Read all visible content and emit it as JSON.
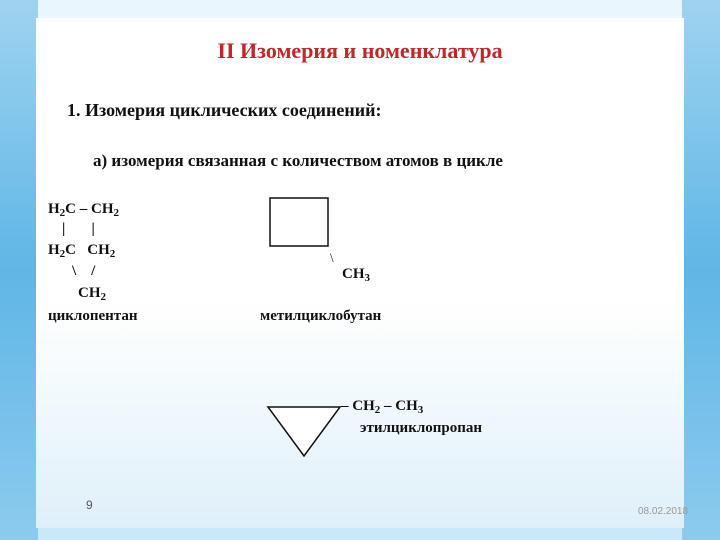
{
  "title": "II Изомерия и номенклатура",
  "heading1": "1. Изомерия циклических соединений:",
  "heading2": "а) изомерия связанная с количеством атомов в цикле",
  "cyclopentane": {
    "row1": "H₂C – CH₂",
    "bonds1": "|     |",
    "row2": "H₂C    CH₂",
    "bonds2": "\\    /",
    "row3": "CH₂",
    "name": "циклопентан"
  },
  "methylcyclobutane": {
    "bond": "\\",
    "group": "CH₃",
    "name": "метилциклобутан"
  },
  "ethylcyclopropane": {
    "chain": "– CH₂ – CH₃",
    "name": "этилциклопропан"
  },
  "page_number": "9",
  "date": "08.02.2018"
}
